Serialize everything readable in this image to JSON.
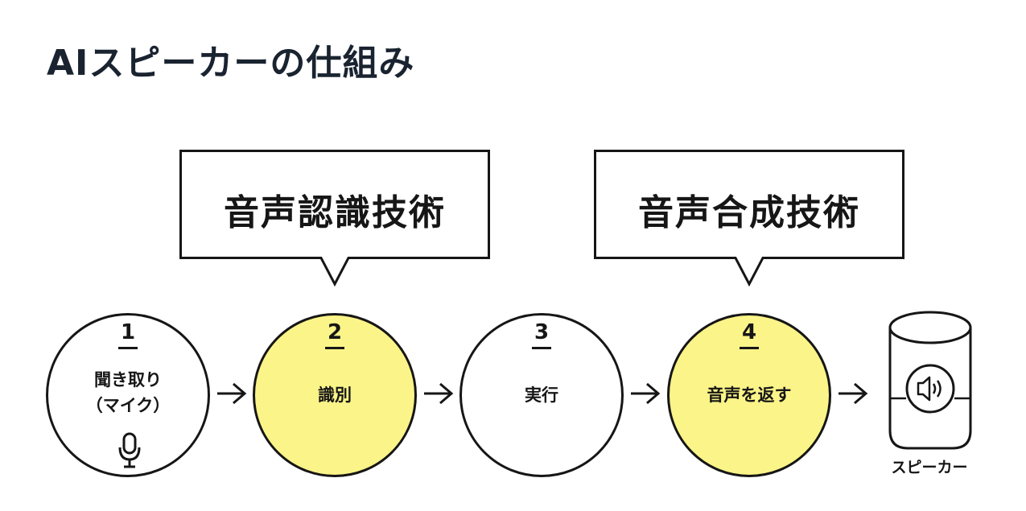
{
  "title": "AIスピーカーの仕組み",
  "callouts": [
    {
      "label": "音声認識技術"
    },
    {
      "label": "音声合成技術"
    }
  ],
  "steps": [
    {
      "number": "1",
      "label": "聞き取り\n（マイク）",
      "highlighted": false,
      "icon": "microphone-icon"
    },
    {
      "number": "2",
      "label": "識別",
      "highlighted": true
    },
    {
      "number": "3",
      "label": "実行",
      "highlighted": false
    },
    {
      "number": "4",
      "label": "音声を返す",
      "highlighted": true
    }
  ],
  "speaker": {
    "label": "スピーカー",
    "icon": "speaker-volume-icon"
  },
  "colors": {
    "highlight": "#fbf488",
    "ink": "#161616",
    "title": "#1a2330"
  }
}
